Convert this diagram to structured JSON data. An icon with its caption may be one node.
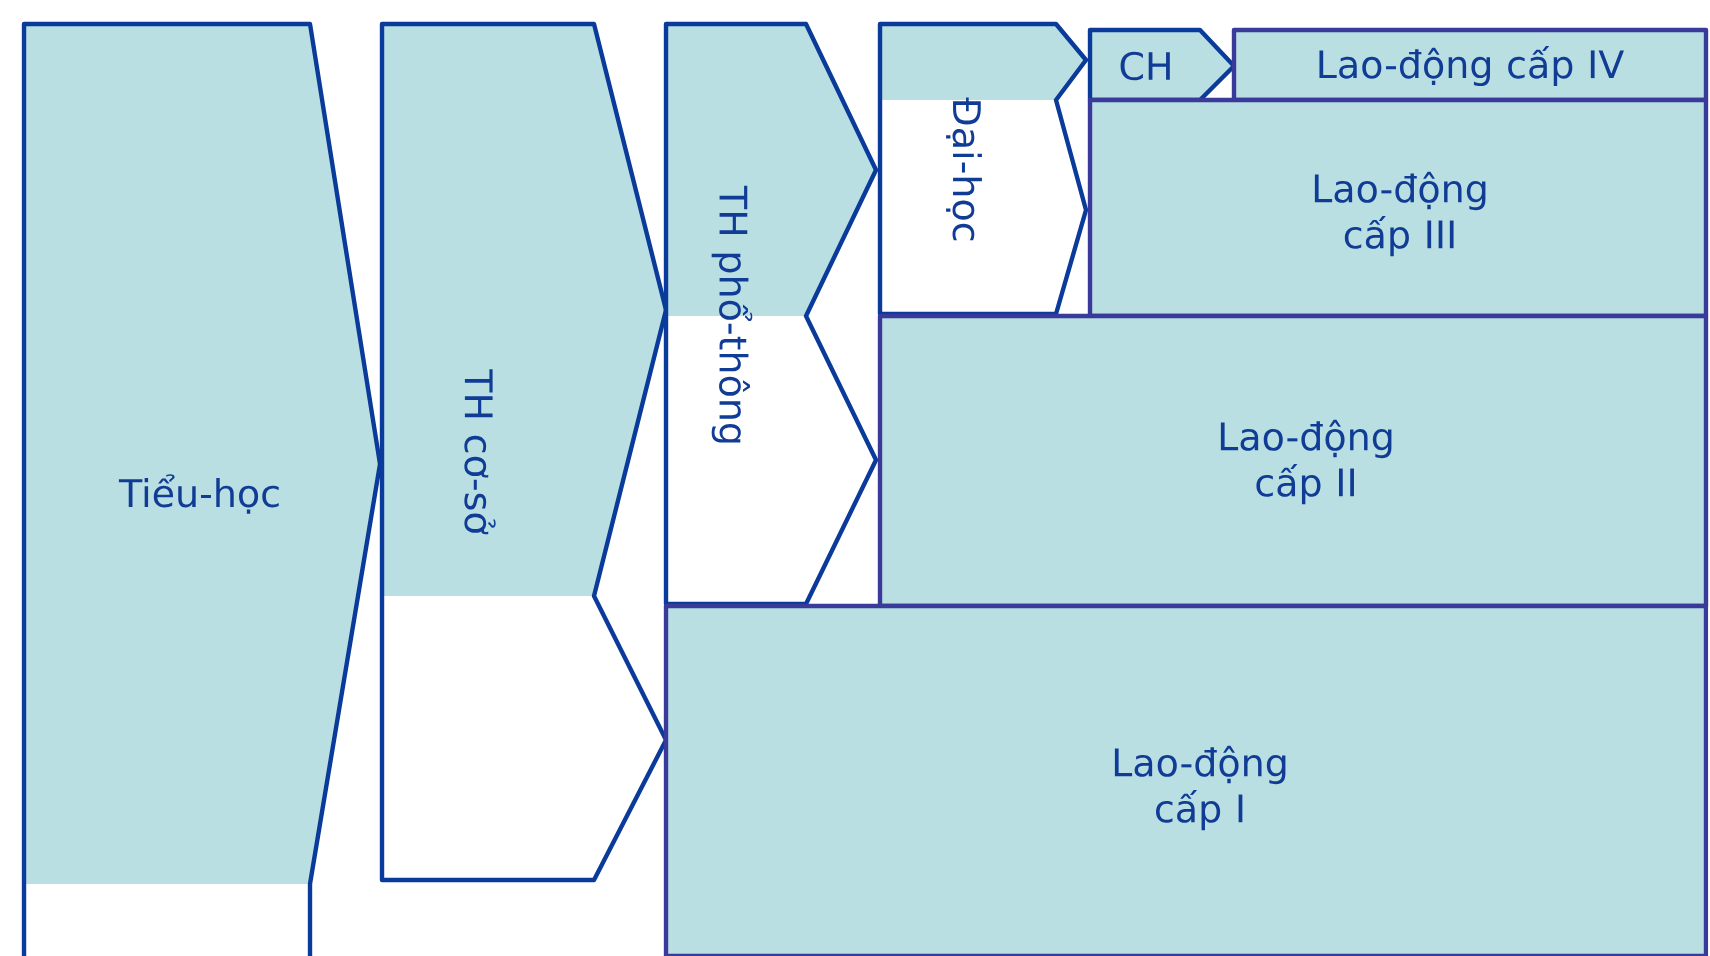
{
  "diagram": {
    "nodes": [
      {
        "text": [
          "Tiểu-học"
        ]
      },
      {
        "text": [
          "TH cơ-sở"
        ]
      },
      {
        "text": [
          "TH phổ-thông"
        ]
      },
      {
        "text": [
          "Đại-học"
        ]
      },
      {
        "text": [
          "CH"
        ]
      },
      {
        "text": [
          "Lao-động cấp IV"
        ]
      },
      {
        "text": [
          "Lao-động cấp III"
        ]
      },
      {
        "text": [
          "Lao-động cấp II"
        ]
      },
      {
        "text": [
          "Lao-động cấp I"
        ]
      }
    ]
  }
}
